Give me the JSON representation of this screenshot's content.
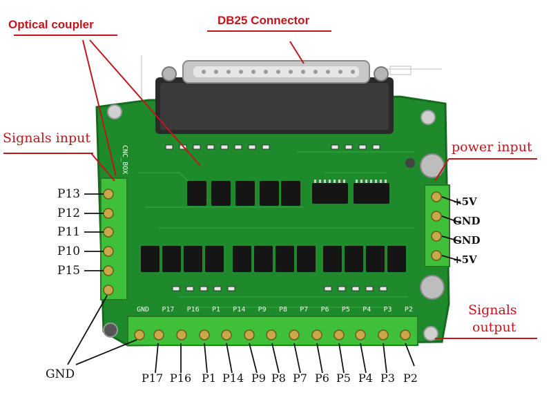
{
  "labels": {
    "optical_coupler": "Optical coupler",
    "db25_connector": "DB25 Connector",
    "signals_input": "Signals input",
    "power_input": "power input",
    "signals_output_line1": "Signals",
    "signals_output_line2": "output",
    "gnd": "GND"
  },
  "left_pins": [
    "P13",
    "P12",
    "P11",
    "P10",
    "P15"
  ],
  "power_pins": [
    "+5V",
    "GND",
    "GND",
    "+5V"
  ],
  "bottom_pins": [
    "P17",
    "P16",
    "P1",
    "P14",
    "P9",
    "P8",
    "P7",
    "P6",
    "P5",
    "P4",
    "P3",
    "P2"
  ],
  "silkscreen": {
    "board_name": "CNC_BOX",
    "bottom_header": [
      "GND",
      "P17",
      "P16",
      "P1",
      "P14",
      "P9",
      "P8",
      "P7",
      "P6",
      "P5",
      "P4",
      "P3",
      "P2"
    ]
  },
  "colors": {
    "annotation": "#c0161b",
    "pcb": "#1f8a2c",
    "terminal": "#3fbf3a",
    "connector_metal": "#c8c8c8"
  }
}
